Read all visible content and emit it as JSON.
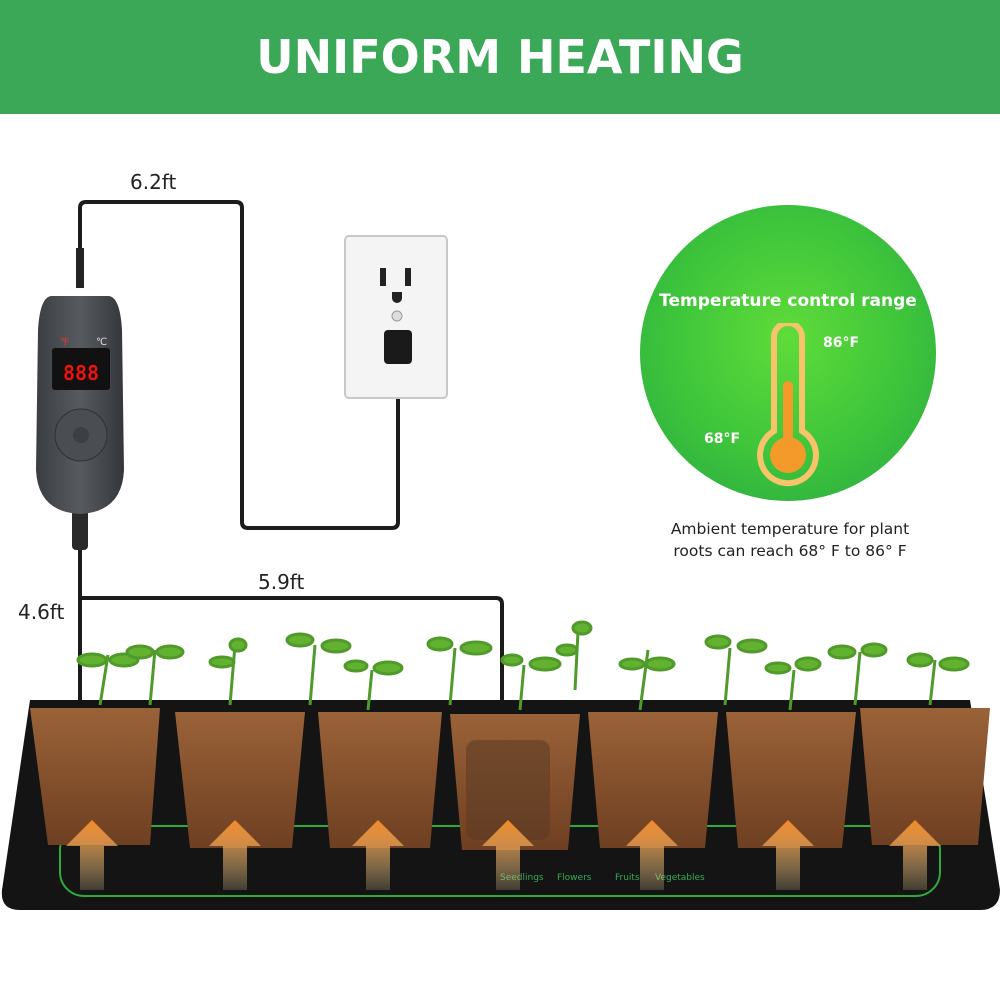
{
  "banner": {
    "title": "UNIFORM HEATING",
    "color": "#3aa857"
  },
  "dimensions": {
    "cord_top": "6.2ft",
    "cord_mid": "5.9ft",
    "cord_side": "4.6ft"
  },
  "controller": {
    "display": "888",
    "unit_f": "℉",
    "unit_c": "℃"
  },
  "temperature_badge": {
    "title": "Temperature control range",
    "high": "86°F",
    "low": "68°F",
    "color": "#3dc43b"
  },
  "ambient_note": {
    "line1": "Ambient temperature for plant",
    "line2": "roots can reach 68° F to 86° F"
  },
  "mat_labels": [
    "Seedlings",
    "Flowers",
    "Fruits",
    "Vegetables"
  ],
  "heat_arrow_color": "#f5a03c"
}
